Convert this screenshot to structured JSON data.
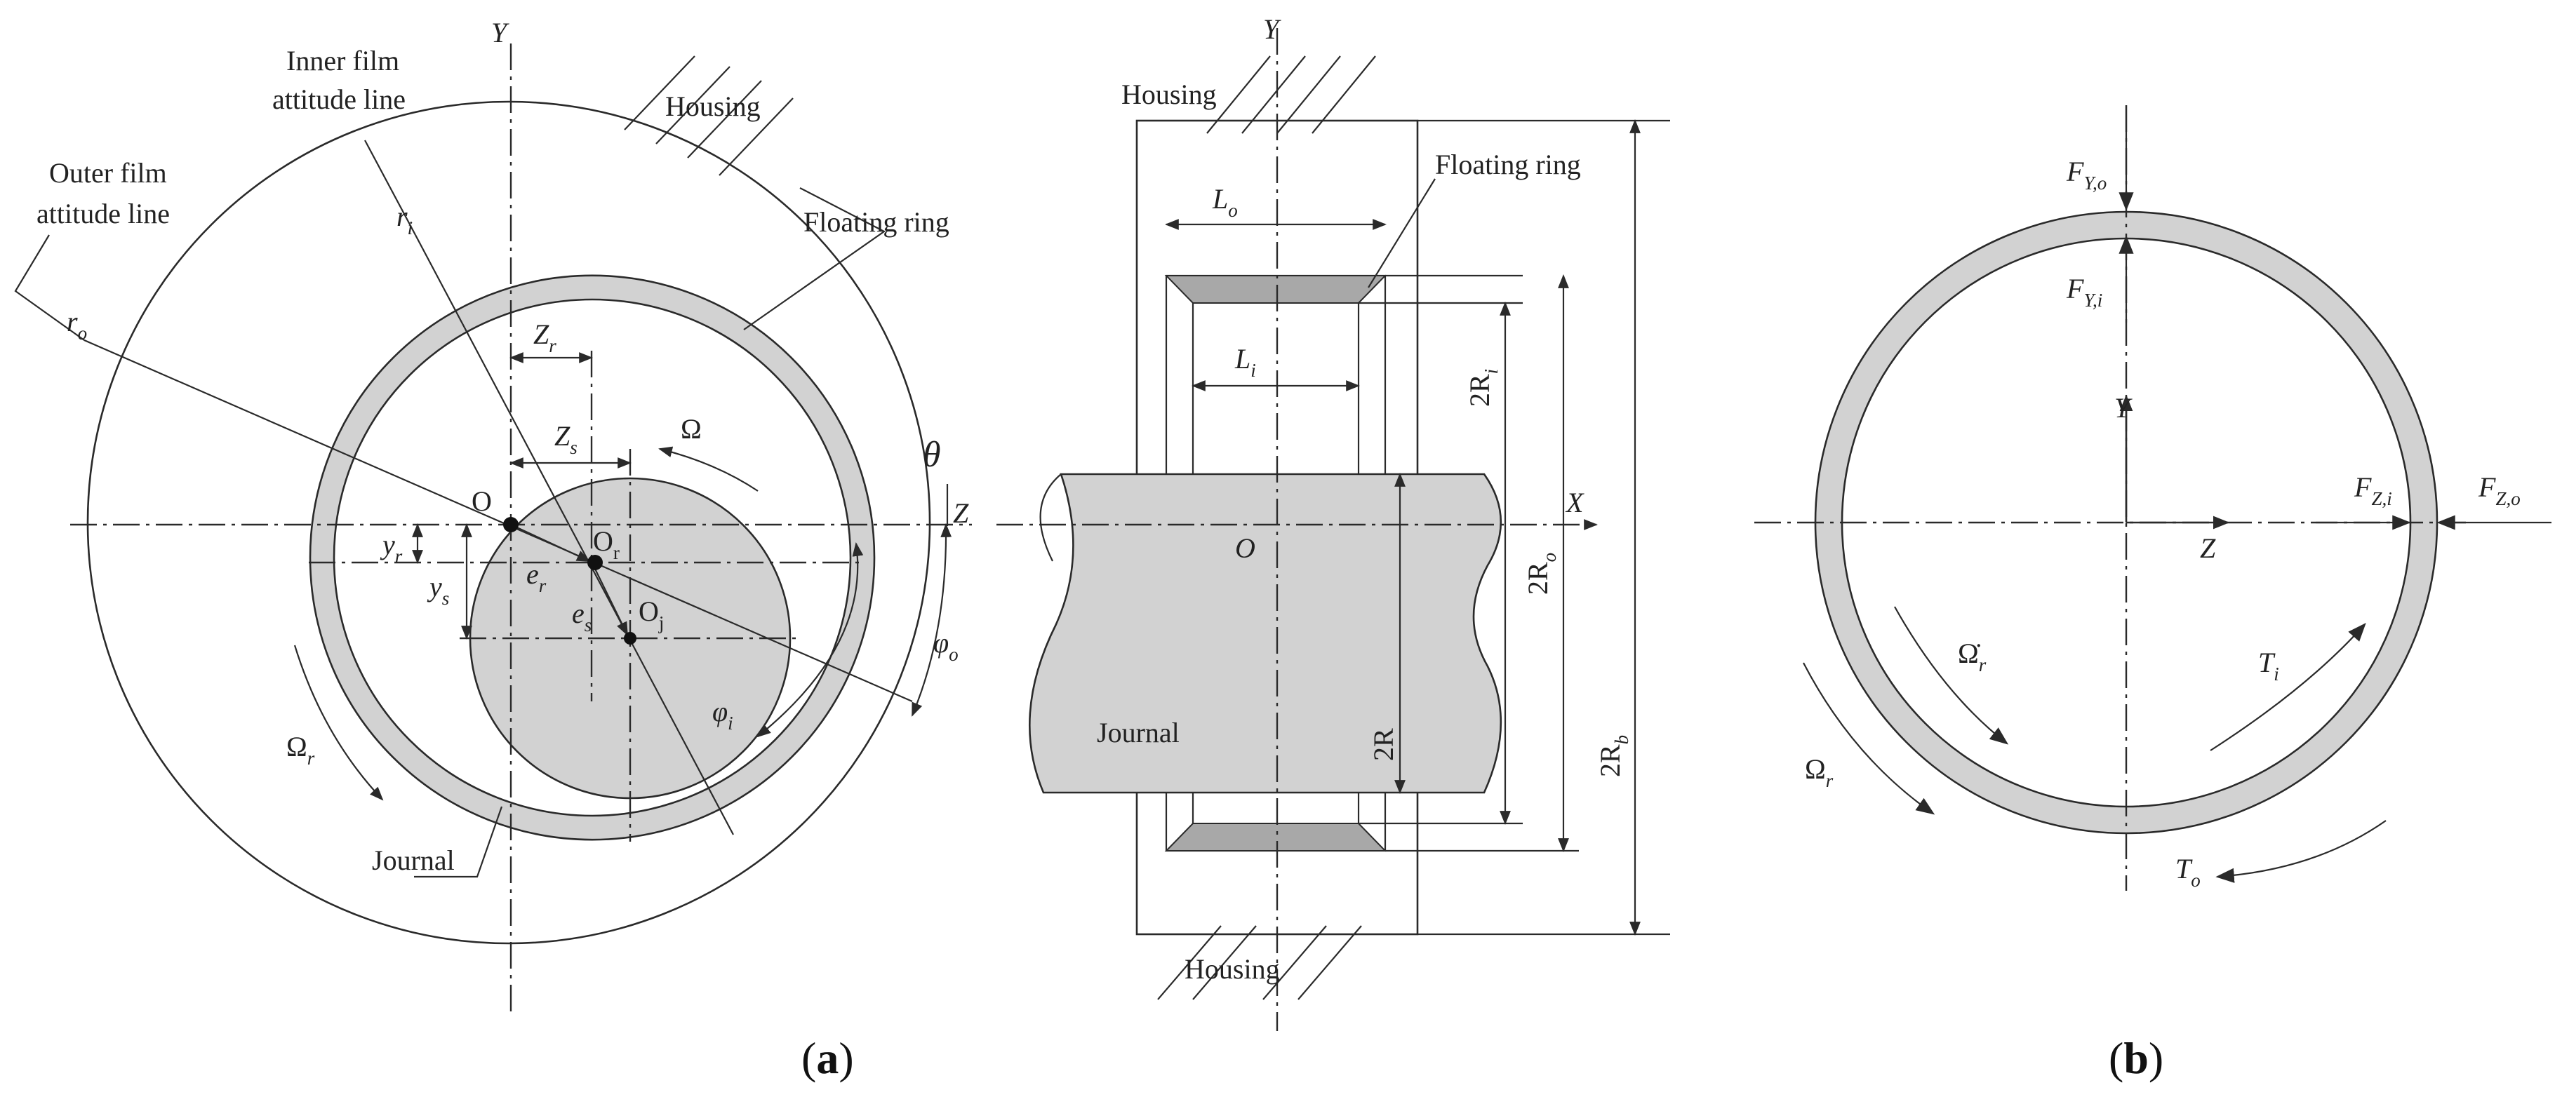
{
  "panel_a": {
    "caption_open": "(",
    "caption_letter": "a",
    "caption_close": ")",
    "radial_view": {
      "axis_y": "Y",
      "axis_z": "Z",
      "angle_theta": "θ",
      "housing": "Housing",
      "floating_ring": "Floating ring",
      "journal": "Journal",
      "inner_film_line_1": "Inner film",
      "inner_film_line_2": "attitude line",
      "outer_film_line_1": "Outer film",
      "outer_film_line_2": "attitude line",
      "r_i": {
        "base": "r",
        "sub": "i"
      },
      "r_o": {
        "base": "r",
        "sub": "o"
      },
      "z_r": {
        "base": "Z",
        "sub": "r"
      },
      "z_s": {
        "base": "Z",
        "sub": "s"
      },
      "y_r": {
        "base": "y",
        "sub": "r"
      },
      "y_s": {
        "base": "y",
        "sub": "s"
      },
      "e_r": {
        "base": "e",
        "sub": "r"
      },
      "e_s": {
        "base": "e",
        "sub": "s"
      },
      "origin": "O",
      "o_r": {
        "base": "O",
        "sub": "r"
      },
      "o_j": {
        "base": "O",
        "sub": "j"
      },
      "omega": "Ω",
      "omega_r": {
        "base": "Ω",
        "sub": "r"
      },
      "phi_i": {
        "base": "φ",
        "sub": "i"
      },
      "phi_o": {
        "base": "φ",
        "sub": "o"
      }
    },
    "axial_view": {
      "axis_y": "Y",
      "axis_x": "X",
      "origin": "O",
      "housing_top": "Housing",
      "housing_bottom": "Housing",
      "floating_ring": "Floating ring",
      "journal": "Journal",
      "l_o": {
        "base": "L",
        "sub": "o"
      },
      "l_i": {
        "base": "L",
        "sub": "i"
      },
      "two_r_i": {
        "base": "2R",
        "sub": "i"
      },
      "two_r_o": {
        "base": "2R",
        "sub": "o"
      },
      "two_r_b": {
        "base": "2R",
        "sub": "b"
      },
      "two_r": "2R"
    }
  },
  "panel_b": {
    "caption_open": "(",
    "caption_letter": "b",
    "caption_close": ")",
    "axis_y": "Y",
    "axis_z": "Z",
    "f_y_o": {
      "base": "F",
      "sub": "Y,o"
    },
    "f_y_i": {
      "base": "F",
      "sub": "Y,i"
    },
    "f_z_i": {
      "base": "F",
      "sub": "Z,i"
    },
    "f_z_o": {
      "base": "F",
      "sub": "Z,o"
    },
    "omega_r_dot": {
      "base": "Ω̇",
      "sub": "r"
    },
    "omega_r": {
      "base": "Ω",
      "sub": "r"
    },
    "t_i": {
      "base": "T",
      "sub": "i"
    },
    "t_o": {
      "base": "T",
      "sub": "o"
    }
  },
  "colors": {
    "line": "#2a2a2a",
    "ring_fill": "#d2d2d2",
    "ring_taper_fill": "#a8a8a8",
    "background": "#ffffff"
  }
}
